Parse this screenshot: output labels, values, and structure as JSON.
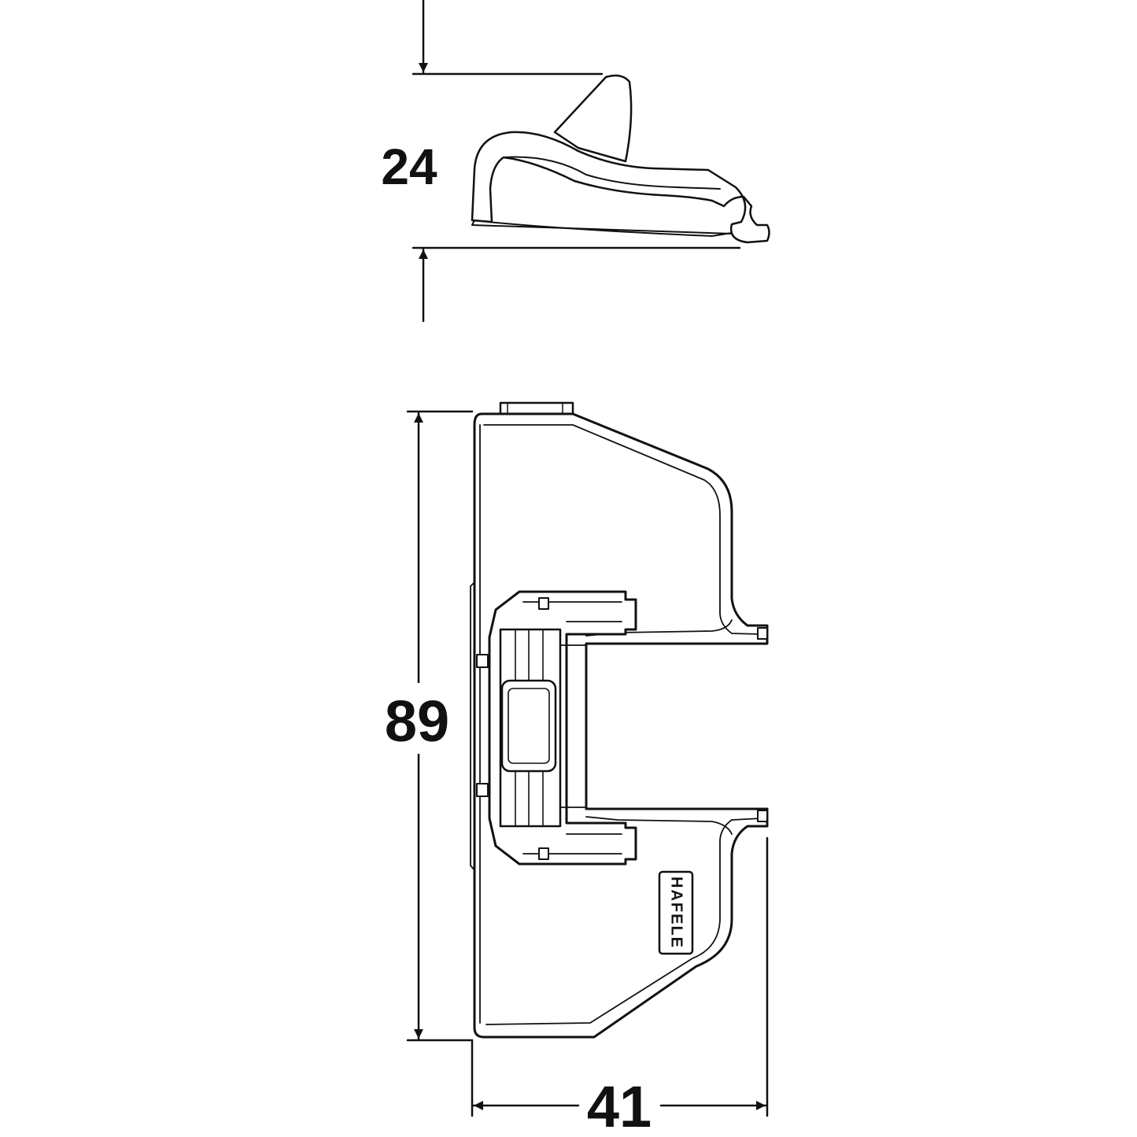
{
  "dimensions": {
    "height_side": "24",
    "height_total": "89",
    "width_total": "41"
  },
  "brand": {
    "logo_text": "HAFELE"
  },
  "colors": {
    "ink": "#111111",
    "background": "#ffffff"
  }
}
